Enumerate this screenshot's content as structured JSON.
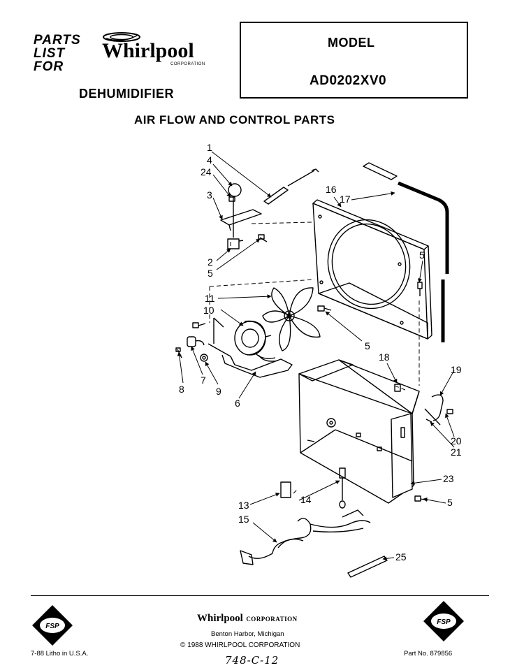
{
  "header": {
    "parts_list_lines": [
      "PARTS",
      "LIST",
      "FOR"
    ],
    "brand_name": "Whirlpool",
    "brand_corporation": "CORPORATION",
    "product_type": "DEHUMIDIFIER",
    "model_label": "MODEL",
    "model_number": "AD0202XV0"
  },
  "section_title": "AIR FLOW AND CONTROL PARTS",
  "diagram": {
    "callouts": [
      "1",
      "4",
      "24",
      "3",
      "2",
      "5",
      "11",
      "10",
      "8",
      "7",
      "9",
      "6",
      "16",
      "17",
      "5",
      "5",
      "18",
      "19",
      "20",
      "21",
      "23",
      "13",
      "14",
      "15",
      "5",
      "25"
    ]
  },
  "footer": {
    "brand_name": "Whirlpool",
    "brand_corporation": "CORPORATION",
    "city": "Benton Harbor, Michigan",
    "copyright": "© 1988 WHIRLPOOL CORPORATION",
    "litho": "7-88 Litho in U.S.A.",
    "part_number": "Part No. 879856",
    "handwritten": "748-C-12",
    "badge_text": "FSP"
  }
}
